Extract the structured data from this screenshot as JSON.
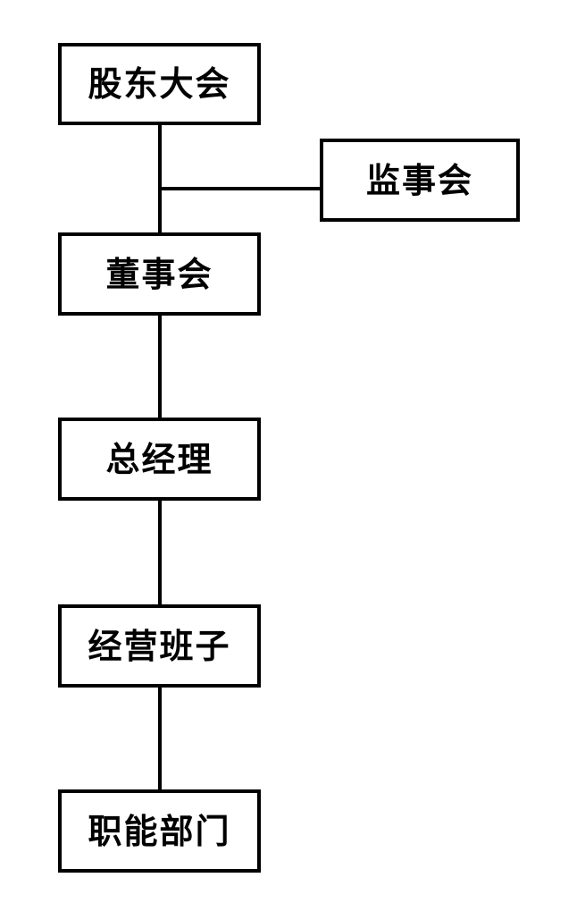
{
  "diagram": {
    "type": "org-chart",
    "background_color": "#ffffff",
    "line_color": "#000000",
    "box_border_color": "#000000",
    "text_color": "#000000",
    "nodes": [
      {
        "id": "shareholders_meeting",
        "label": "股东大会"
      },
      {
        "id": "supervisory_board",
        "label": "监事会"
      },
      {
        "id": "board_of_directors",
        "label": "董事会"
      },
      {
        "id": "general_manager",
        "label": "总经理"
      },
      {
        "id": "management_team",
        "label": "经营班子"
      },
      {
        "id": "functional_departments",
        "label": "职能部门"
      }
    ],
    "edges": [
      {
        "from": "shareholders_meeting",
        "to": "board_of_directors",
        "style": "vertical-line"
      },
      {
        "from": "shareholders_meeting",
        "to": "supervisory_board",
        "style": "horizontal-branch"
      },
      {
        "from": "board_of_directors",
        "to": "general_manager",
        "style": "vertical-line"
      },
      {
        "from": "general_manager",
        "to": "management_team",
        "style": "vertical-line"
      },
      {
        "from": "management_team",
        "to": "functional_departments",
        "style": "vertical-line"
      }
    ]
  }
}
